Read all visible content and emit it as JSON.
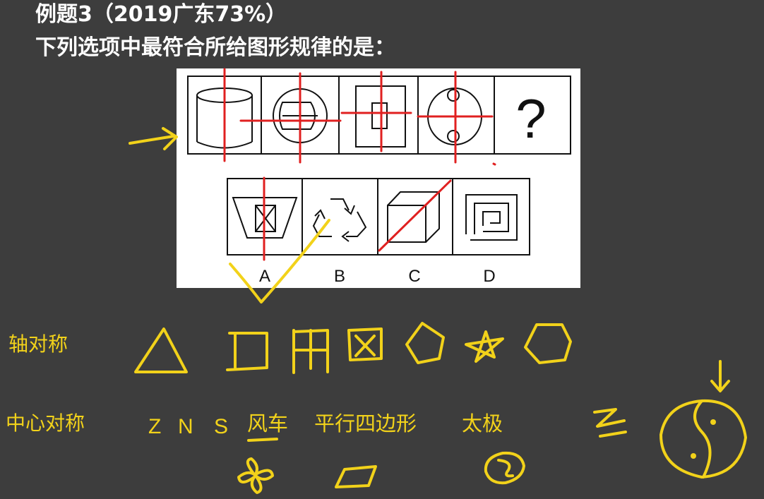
{
  "question": {
    "number_line": "例题3（2019广东73%）",
    "prompt": "下列选项中最符合所给图形规律的是："
  },
  "question_mark": "?",
  "options": [
    "A",
    "B",
    "C",
    "D"
  ],
  "notes": {
    "axial_symmetry_label": "轴对称",
    "central_symmetry_label": "中心对称",
    "central_examples": [
      "Z",
      "N",
      "S",
      "风车",
      "平行四边形",
      "太极"
    ]
  },
  "colors": {
    "background": "#3d3d3d",
    "annotation": "#f2d21a",
    "marker_red": "#e02020"
  }
}
